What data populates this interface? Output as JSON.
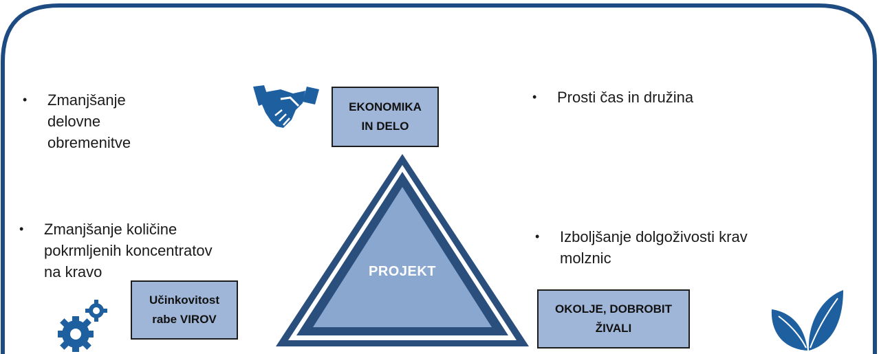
{
  "colors": {
    "frame": "#1e4b82",
    "box_fill": "#9fb6d8",
    "triangle_outer": "#2b4f7d",
    "triangle_inner": "#8aa7cf",
    "icon": "#1e5fa0"
  },
  "icons": [
    "handshake-icon",
    "gears-icon",
    "leaves-icon"
  ],
  "center": {
    "label": "PROJEKT"
  },
  "boxes": {
    "economy": "EKONOMIKA\nIN DELO",
    "resources": "Učinkovitost\nrabe VIROV",
    "environment": "OKOLJE, DOBROBIT\nŽIVALI"
  },
  "bullets": {
    "workload": "Zmanjšanje\ndelovne\nobremenitve",
    "leisure": "Prosti čas in družina",
    "concentrates": "Zmanjšanje količine\npokrmljenih koncentratov\nna kravo",
    "longevity": "Izboljšanje dolgoživosti krav\nmolznic"
  },
  "bullet_symbol": "•"
}
